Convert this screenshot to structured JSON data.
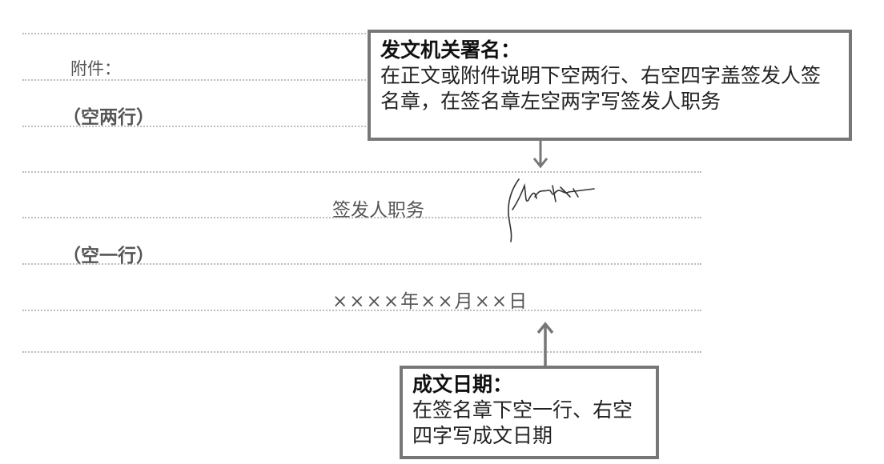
{
  "doc": {
    "attachment_label": "附件：",
    "blank_two_lines": "（空两行）",
    "blank_one_line": "（空一行）",
    "signer_title": "签发人职务",
    "date_placeholder": "××××年××月××日"
  },
  "callouts": {
    "issuer_signature": {
      "title": "发文机关署名：",
      "body": "在正文或附件说明下空两行、右空四字盖签发人签名章，在签名章左空两字写签发人职务"
    },
    "issue_date": {
      "title": "成文日期：",
      "body": "在签名章下空一行、右空四字写成文日期"
    }
  }
}
